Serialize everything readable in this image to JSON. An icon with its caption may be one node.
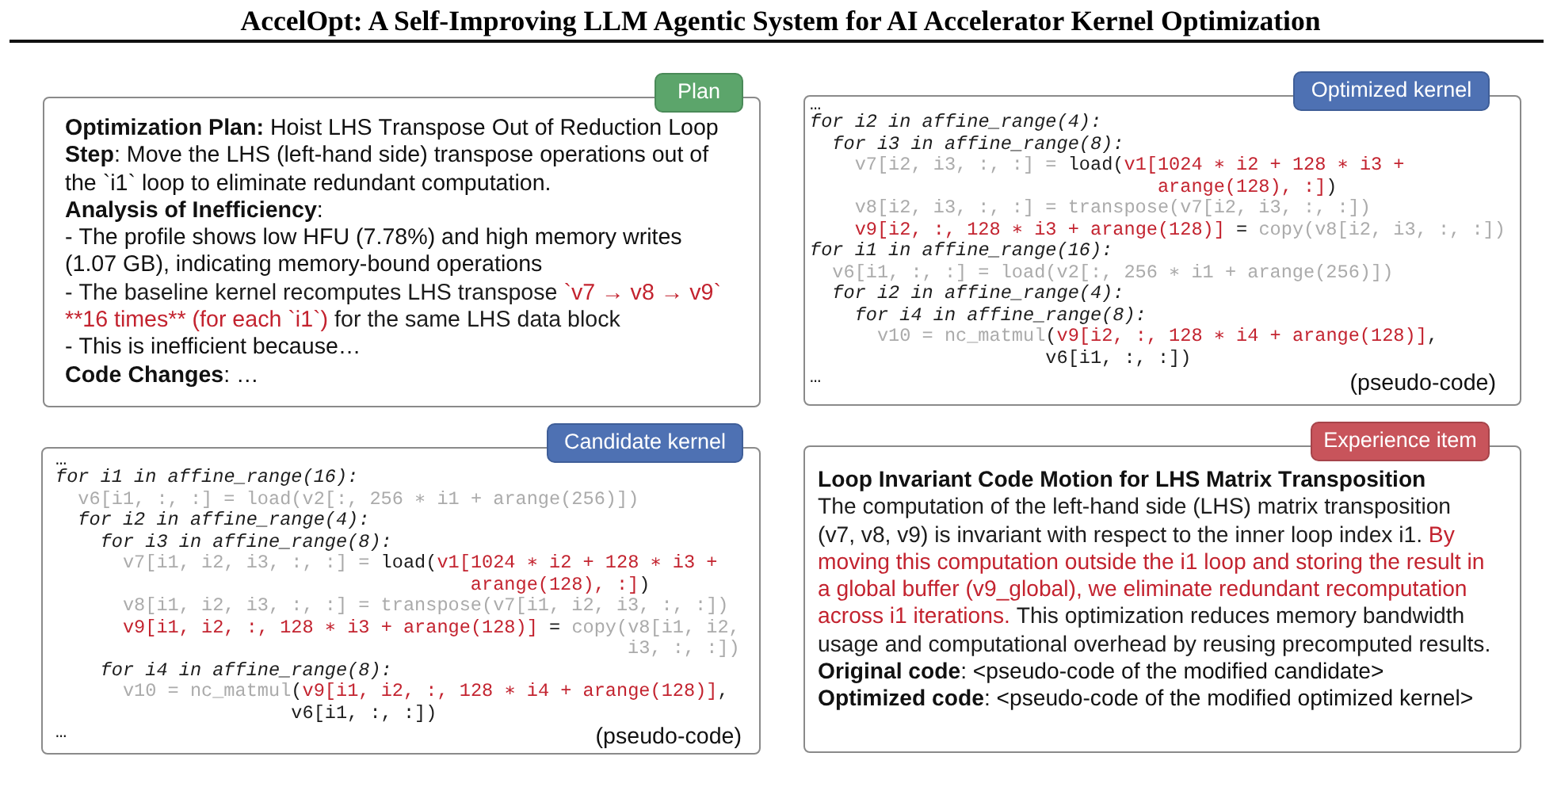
{
  "diagram": {
    "title": "AccelOpt: A Self-Improving LLM Agentic System for AI Accelerator Kernel Optimization",
    "nodes": [
      {
        "text": [
          "Plan",
          "**Optimization Plan:** Hoist LHS Transpose Out of Reduction Loop",
          "**Step**: Move the LHS (left-hand side) transpose operations out of the `i1` loop to eliminate redundant computation.",
          "**Analysis of Inefficiency**:",
          "- The profile shows low HFU (7.78%) and high memory writes (1.07 GB), indicating memory-bound operations",
          "- The baseline kernel recomputes LHS transpose `v7 → v8 → v9` **16 times** (for each `i1`) for the same LHS data block",
          "- This is inefficient because…",
          "**Code Changes**: …"
        ]
      },
      {
        "text": [
          "Optimized kernel",
          "…",
          "for i2 in affine_range(4):",
          "for i3 in affine_range(8):",
          "v7[i2, i3, :, :] = load(v1[1024 ∗ i2 + 128 ∗ i3 + arange(128), :])",
          "v8[i2, i3, :, :] = transpose(v7[i2, i3, :, :])",
          "v9[i2, :, 128 ∗ i3 + arange(128)] = copy(v8[i2, i3, :, :])",
          "for i1 in affine_range(16):",
          "v6[i1, :, :] = load(v2[:, 256 ∗ i1 + arange(256)])",
          "for i2 in affine_range(4):",
          "for i4 in affine_range(8):",
          "v10 = nc_matmul(v9[i2, :, 128 ∗ i4 + arange(128)], v6[i1, :, :])",
          "…",
          "(pseudo-code)"
        ]
      },
      {
        "text": [
          "Candidate kernel",
          "…",
          "for i1 in affine_range(16):",
          "v6[i1, :, :] = load(v2[:, 256 ∗ i1 + arange(256)])",
          "for i2 in affine_range(4):",
          "for i3 in affine_range(8):",
          "v7[i1, i2, i3, :, :] = load(v1[1024 ∗ i2 + 128 ∗ i3 + arange(128), :])",
          "v8[i1, i2, i3, :, :] = transpose(v7[i1, i2, i3, :, :])",
          "v9[i1, i2, :, 128 ∗ i3 + arange(128)] = copy(v8[i1, i2, i3, :, :])",
          "for i4 in affine_range(8):",
          "v10 = nc_matmul(v9[i1, i2, :, 128 ∗ i4 + arange(128)], v6[i1, :, :])",
          "…",
          "(pseudo-code)"
        ]
      },
      {
        "text": [
          "Experience item",
          "Loop Invariant Code Motion for LHS Matrix Transposition",
          "The computation of the left-hand side (LHS) matrix transposition (v7, v8, v9) is invariant with respect to the inner loop index i1. By moving this computation outside the i1 loop and storing the result in a global buffer (v9_global), we eliminate redundant recomputation across i1 iterations. This optimization reduces memory bandwidth usage and computational overhead by reusing precomputed results.",
          "**Original code**: <pseudo-code of the modified candidate>",
          "**Optimized code**: <pseudo-code of the modified optimized kernel>"
        ]
      }
    ]
  }
}
